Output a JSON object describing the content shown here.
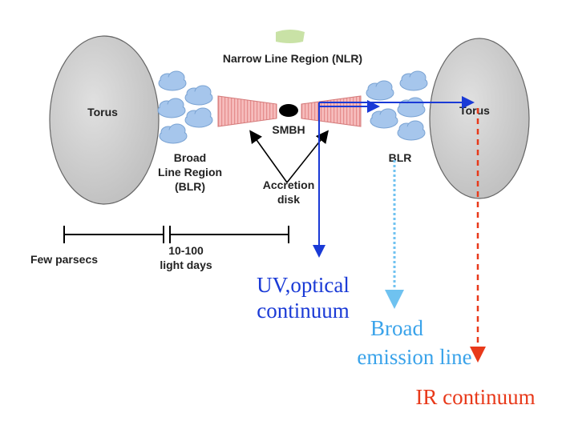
{
  "labels": {
    "nlr": "Narrow Line Region (NLR)",
    "torus_left": "Torus",
    "torus_right": "Torus",
    "smbh": "SMBH",
    "broad_line_region": [
      "Broad",
      "Line Region",
      "(BLR)"
    ],
    "blr": "BLR",
    "accretion_disk": [
      "Accretion",
      "disk"
    ],
    "few_parsecs": "Few parsecs",
    "light_days": [
      "10-100",
      "light days"
    ],
    "uv_optical": [
      "UV,optical",
      "continuum"
    ],
    "broad_emission": [
      "Broad",
      "emission line"
    ],
    "ir_continuum": "IR continuum"
  },
  "colors": {
    "torus_fill": "#cfcfcf",
    "cloud_fill": "#a6c6ec",
    "cone_fill": "#f4b3b3",
    "uv_arrow": "#1a3ad6",
    "broad_arrow": "#6fc2f0",
    "ir_arrow": "#e8391a",
    "nlr_blob": "#c9e2a6"
  }
}
